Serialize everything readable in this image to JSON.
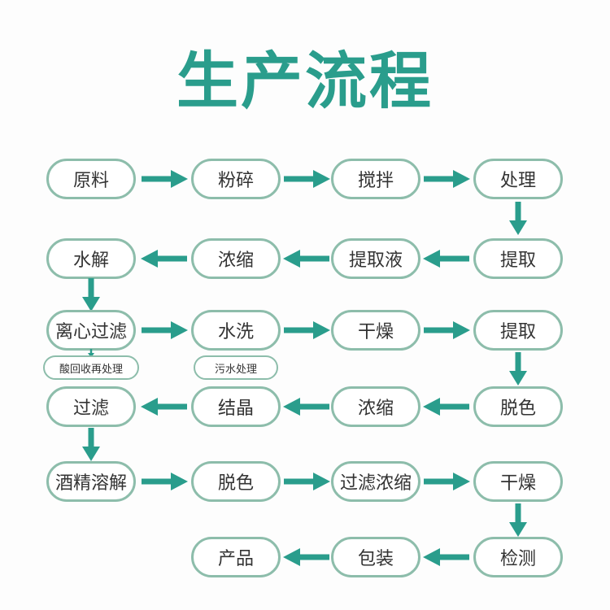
{
  "title": "生产流程",
  "colors": {
    "accent": "#2a9d8c",
    "node_border": "#8dbdab",
    "node_text": "#333333",
    "background": "#fdfdfd"
  },
  "flowchart": {
    "type": "flowchart",
    "rows": [
      {
        "direction": "right",
        "nodes": [
          "原料",
          "粉碎",
          "搅拌",
          "处理"
        ]
      },
      {
        "direction": "left",
        "nodes": [
          "水解",
          "浓缩",
          "提取液",
          "提取"
        ]
      },
      {
        "direction": "right",
        "nodes": [
          "离心过滤",
          "水洗",
          "干燥",
          "提取"
        ]
      },
      {
        "direction": "left",
        "nodes": [
          "过滤",
          "结晶",
          "浓缩",
          "脱色"
        ]
      },
      {
        "direction": "right",
        "nodes": [
          "酒精溶解",
          "脱色",
          "过滤浓缩",
          "干燥"
        ]
      },
      {
        "direction": "left",
        "nodes": [
          "产品",
          "包装",
          "检测"
        ]
      }
    ],
    "branch_notes": [
      {
        "parent": "离心过滤",
        "label": "酸回收再处理"
      },
      {
        "parent": "水洗",
        "label": "污水处理"
      }
    ],
    "vertical_links": [
      {
        "from": "处理",
        "to": "提取"
      },
      {
        "from": "水解",
        "to": "离心过滤"
      },
      {
        "from": "提取",
        "to": "脱色"
      },
      {
        "from": "过滤",
        "to": "酒精溶解"
      },
      {
        "from": "干燥",
        "to": "检测"
      }
    ]
  }
}
